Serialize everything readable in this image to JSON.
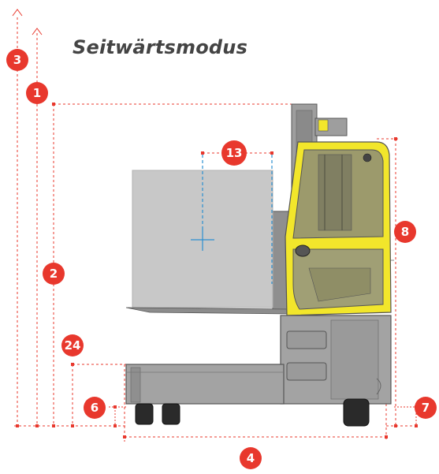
{
  "title": "Seitwärtsmodus",
  "colors": {
    "dimension": "#e8382d",
    "cab": "#f2e62b",
    "chassis": "#a3a3a3",
    "load": "#c8c8c8",
    "load_center": "#2b8fd0"
  },
  "badges": {
    "b1": "1",
    "b2": "2",
    "b3": "3",
    "b4": "4",
    "b6": "6",
    "b7": "7",
    "b8": "8",
    "b13": "13",
    "b24": "24"
  }
}
